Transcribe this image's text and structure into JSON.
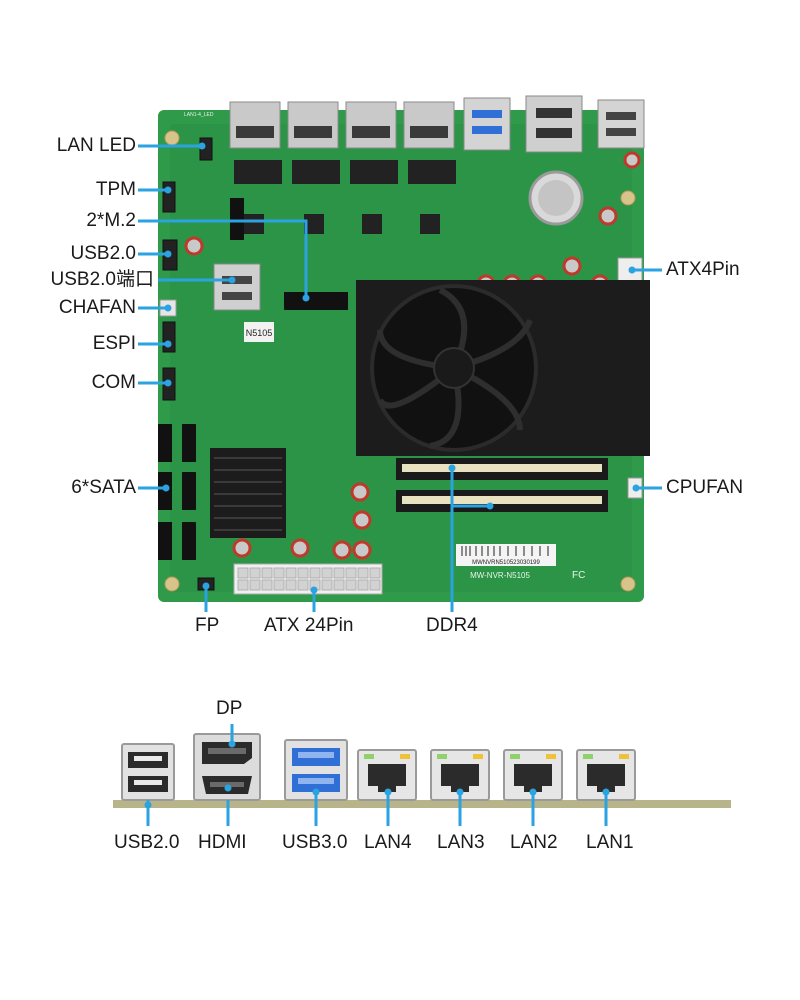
{
  "board": {
    "model_sticker": "N5105",
    "silk_text": "MW-NVR-N5105",
    "barcode_text": "MWNVRN510523030199",
    "fc_mark": "FC",
    "lan_led_silk": "LAN1-4_LED"
  },
  "callouts": {
    "lan_led": "LAN LED",
    "tpm": "TPM",
    "m2": "2*M.2",
    "usb20_header": "USB2.0",
    "usb20_port": "USB2.0端口",
    "chafan": "CHAFAN",
    "espi": "ESPI",
    "com": "COM",
    "sata": "6*SATA",
    "atx4pin": "ATX4Pin",
    "cpufan": "CPUFAN",
    "fp": "FP",
    "atx24pin": "ATX 24Pin",
    "ddr4": "DDR4"
  },
  "io_panel": {
    "dp": "DP",
    "ports": [
      "USB2.0",
      "HDMI",
      "USB3.0",
      "LAN4",
      "LAN3",
      "LAN2",
      "LAN1"
    ]
  },
  "colors": {
    "pcb": "#2f9a4a",
    "pcb_dark": "#1f7a36",
    "callout_line": "#2aa3e0",
    "heatsink": "#1c1c1c",
    "usb3_blue": "#2f6fd6",
    "base_bar": "#b7b48a"
  }
}
